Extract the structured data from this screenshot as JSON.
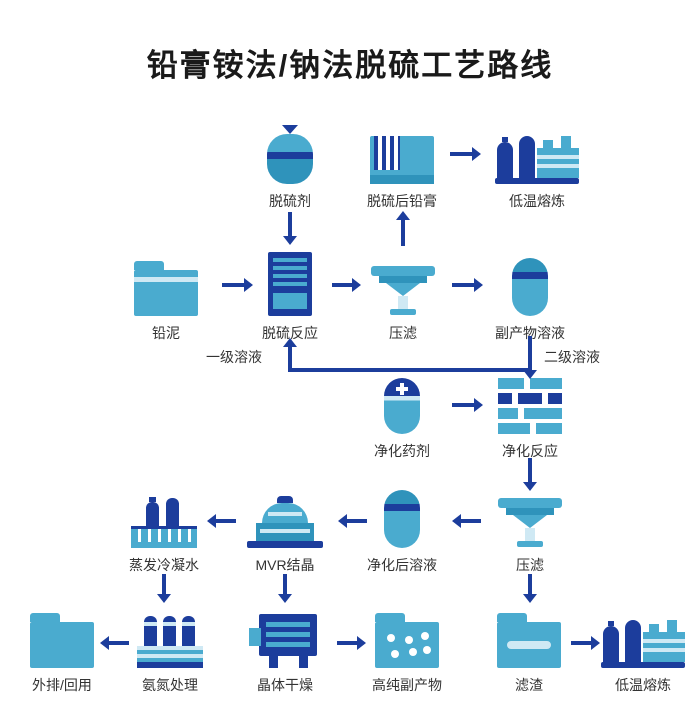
{
  "title": "铅膏铵法/钠法脱硫工艺路线",
  "nodes": {
    "desulfurizer": {
      "label": "脱硫剂"
    },
    "desulfurized_paste": {
      "label": "脱硫后铅膏"
    },
    "smelting_top": {
      "label": "低温熔炼"
    },
    "lead_mud": {
      "label": "铅泥"
    },
    "desulfurization_reaction": {
      "label": "脱硫反应"
    },
    "filter_press_top": {
      "label": "压滤"
    },
    "byproduct_solution": {
      "label": "副产物溶液"
    },
    "purification_agent": {
      "label": "净化药剂"
    },
    "purification_reaction": {
      "label": "净化反应"
    },
    "evaporation_condensate": {
      "label": "蒸发冷凝水"
    },
    "mvr_crystallization": {
      "label": "MVR结晶"
    },
    "purified_solution": {
      "label": "净化后溶液"
    },
    "filter_press_bottom": {
      "label": "压滤"
    },
    "discharge_reuse": {
      "label": "外排/回用"
    },
    "ammonia_treatment": {
      "label": "氨氮处理"
    },
    "crystal_drying": {
      "label": "晶体干燥"
    },
    "high_purity_byproduct": {
      "label": "高纯副产物"
    },
    "filter_residue": {
      "label": "滤渣"
    },
    "smelting_bottom": {
      "label": "低温熔炼"
    }
  },
  "edge_labels": {
    "primary_solution": "一级溶液",
    "secondary_solution": "二级溶液"
  },
  "flows": [
    {
      "from": "lead_mud",
      "to": "desulfurization_reaction"
    },
    {
      "from": "desulfurizer",
      "to": "desulfurization_reaction"
    },
    {
      "from": "desulfurization_reaction",
      "to": "filter_press_top"
    },
    {
      "from": "filter_press_top",
      "to": "desulfurized_paste"
    },
    {
      "from": "desulfurized_paste",
      "to": "smelting_top"
    },
    {
      "from": "filter_press_top",
      "to": "byproduct_solution"
    },
    {
      "from": "byproduct_solution",
      "to": "desulfurization_reaction",
      "label": "一级溶液"
    },
    {
      "from": "byproduct_solution",
      "to": "purification_reaction",
      "label": "二级溶液"
    },
    {
      "from": "purification_agent",
      "to": "purification_reaction"
    },
    {
      "from": "purification_reaction",
      "to": "filter_press_bottom"
    },
    {
      "from": "filter_press_bottom",
      "to": "purified_solution"
    },
    {
      "from": "purified_solution",
      "to": "mvr_crystallization"
    },
    {
      "from": "mvr_crystallization",
      "to": "evaporation_condensate"
    },
    {
      "from": "evaporation_condensate",
      "to": "ammonia_treatment"
    },
    {
      "from": "ammonia_treatment",
      "to": "discharge_reuse"
    },
    {
      "from": "mvr_crystallization",
      "to": "crystal_drying"
    },
    {
      "from": "crystal_drying",
      "to": "high_purity_byproduct"
    },
    {
      "from": "filter_press_bottom",
      "to": "filter_residue"
    },
    {
      "from": "filter_residue",
      "to": "smelting_bottom"
    }
  ],
  "colors": {
    "teal": "#4aabcf",
    "teal_dark": "#2f93bb",
    "navy": "#1c3d9c",
    "light_blue": "#cfe9f4",
    "text": "#333333",
    "background": "#ffffff"
  }
}
